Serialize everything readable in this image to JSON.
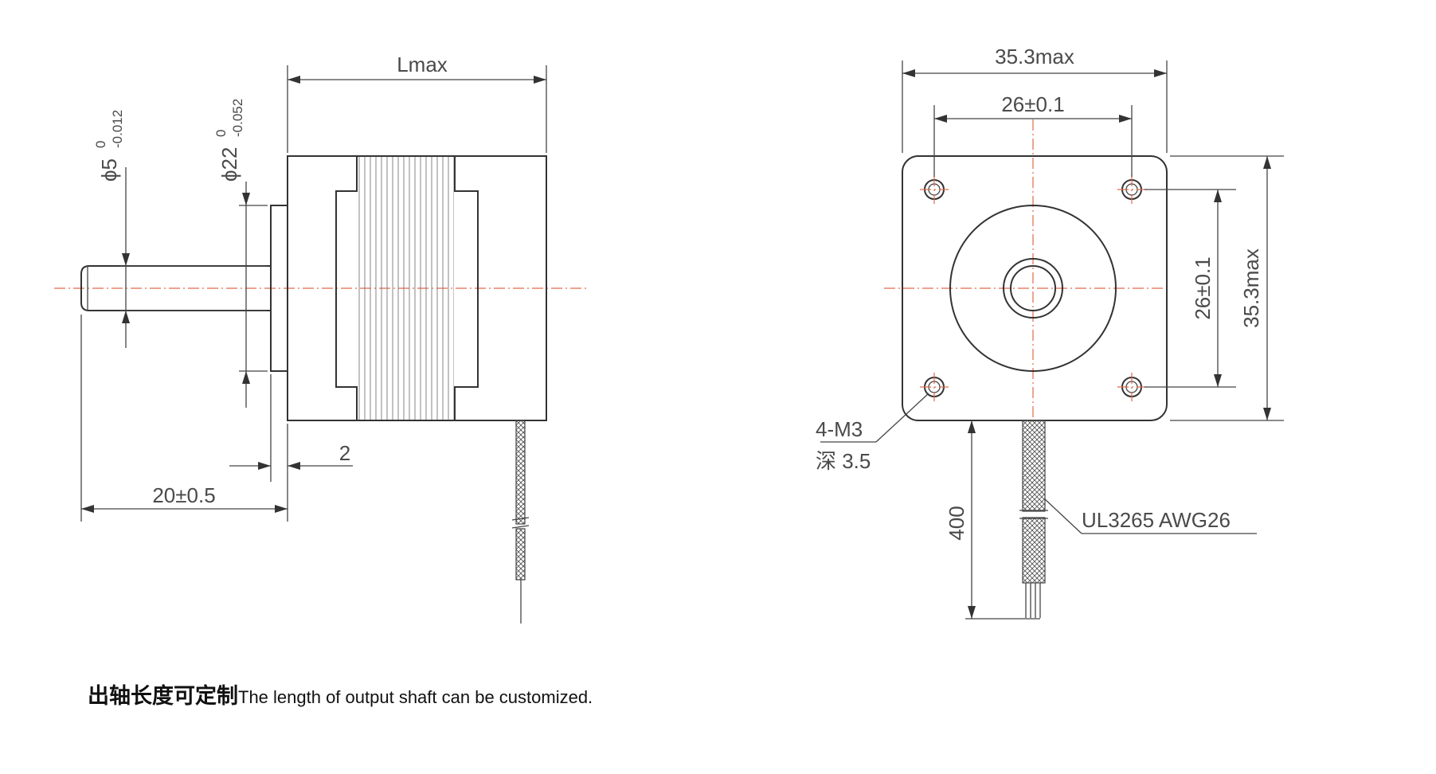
{
  "side_view": {
    "length_label": "Lmax",
    "shaft_dia_base": "ϕ5",
    "shaft_dia_upper": "0",
    "shaft_dia_lower": "-0.012",
    "boss_dia_base": "ϕ22",
    "boss_dia_upper": "0",
    "boss_dia_lower": "-0.052",
    "boss_height_label": "2",
    "shaft_length_label": "20±0.5"
  },
  "front_view": {
    "overall_width_label": "35.3max",
    "hole_spacing_h_label": "26±0.1",
    "hole_spacing_v_label": "26±0.1",
    "overall_height_label": "35.3max",
    "holes_label_line1": "4-M3",
    "holes_label_line2": "深 3.5",
    "lead_length_label": "400",
    "cable_spec_label": "UL3265 AWG26"
  },
  "caption": {
    "chinese": "出轴长度可定制",
    "english": "The length of output shaft can be customized."
  },
  "colors": {
    "line": "#333333",
    "centerline": "#e06a4a",
    "text": "#4a4a4a"
  }
}
